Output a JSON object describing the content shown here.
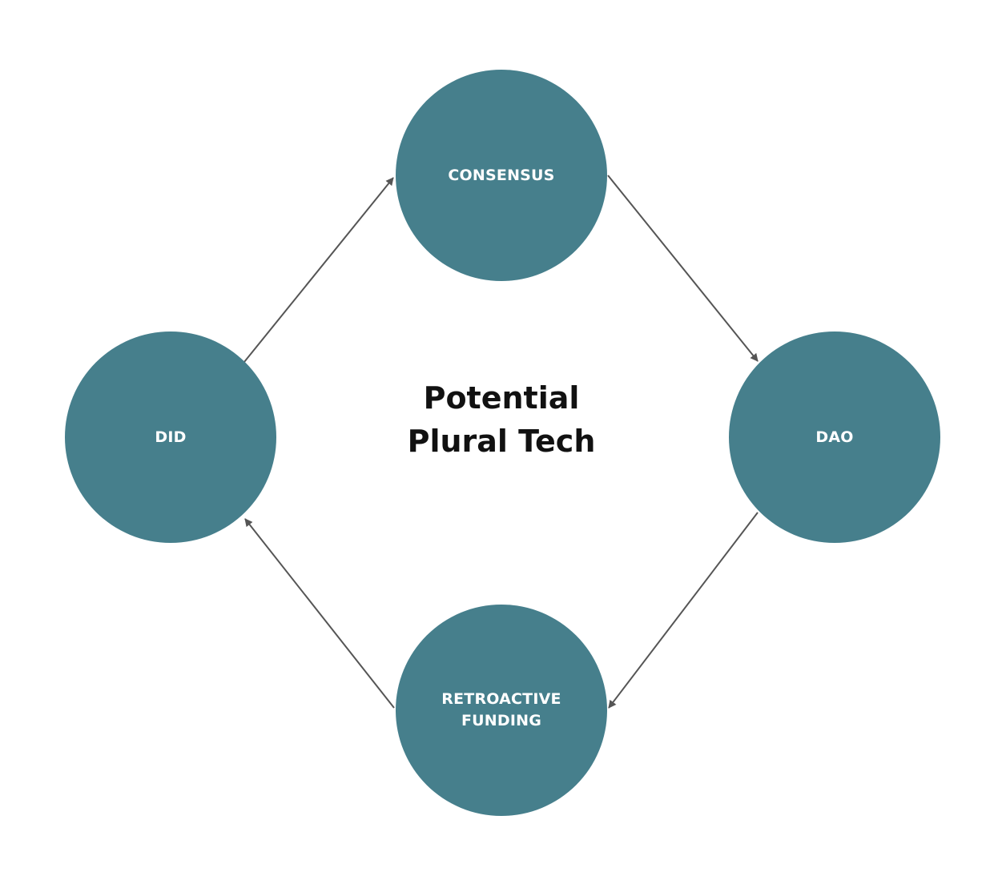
{
  "title": {
    "line1": "Potential",
    "line2": "Plural Tech"
  },
  "nodes": [
    {
      "id": "consensus",
      "label": "CONSENSUS"
    },
    {
      "id": "dao",
      "label": "DAO"
    },
    {
      "id": "retroactive-funding",
      "label": "RETROACTIVE FUNDING"
    },
    {
      "id": "did",
      "label": "DID"
    }
  ],
  "edges": [
    {
      "from": "did",
      "to": "consensus"
    },
    {
      "from": "consensus",
      "to": "dao"
    },
    {
      "from": "dao",
      "to": "retroactive-funding"
    },
    {
      "from": "retroactive-funding",
      "to": "did"
    }
  ],
  "colors": {
    "node_fill": "#467f8c",
    "node_text": "#ffffff",
    "arrow": "#555555",
    "title": "#111111"
  }
}
